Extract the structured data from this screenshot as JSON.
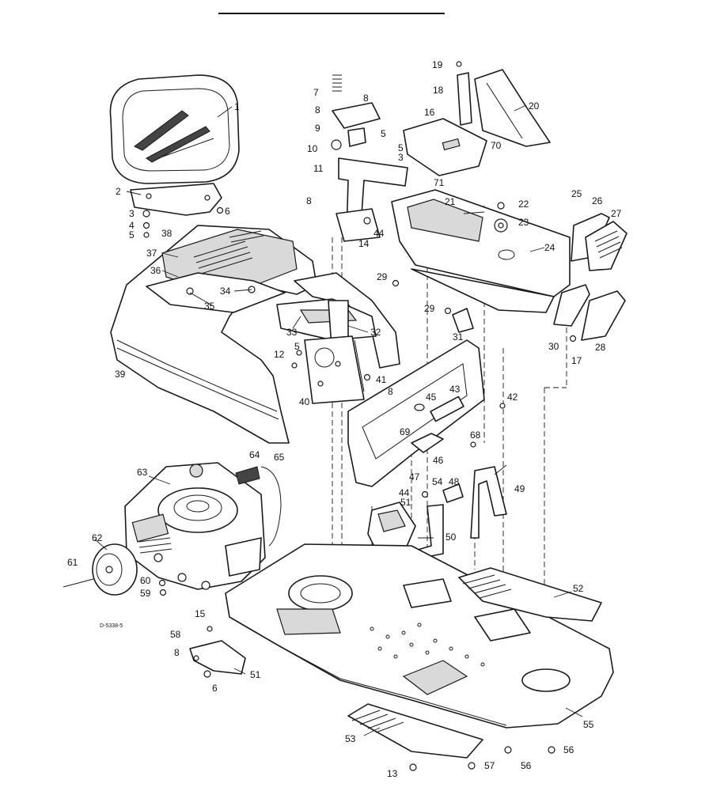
{
  "diagram": {
    "drawing_code": "D-5338-5",
    "callouts": [
      "1",
      "2",
      "3",
      "4",
      "5",
      "6",
      "7",
      "8",
      "9",
      "10",
      "11",
      "12",
      "13",
      "14",
      "15",
      "16",
      "17",
      "18",
      "19",
      "20",
      "21",
      "22",
      "23",
      "24",
      "25",
      "26",
      "27",
      "28",
      "29",
      "30",
      "31",
      "32",
      "33",
      "34",
      "35",
      "36",
      "37",
      "38",
      "39",
      "40",
      "41",
      "42",
      "43",
      "44",
      "45",
      "46",
      "47",
      "48",
      "49",
      "50",
      "51",
      "52",
      "53",
      "54",
      "55",
      "56",
      "57",
      "58",
      "59",
      "60",
      "61",
      "62",
      "63",
      "64",
      "65",
      "68",
      "69",
      "70",
      "71"
    ]
  }
}
